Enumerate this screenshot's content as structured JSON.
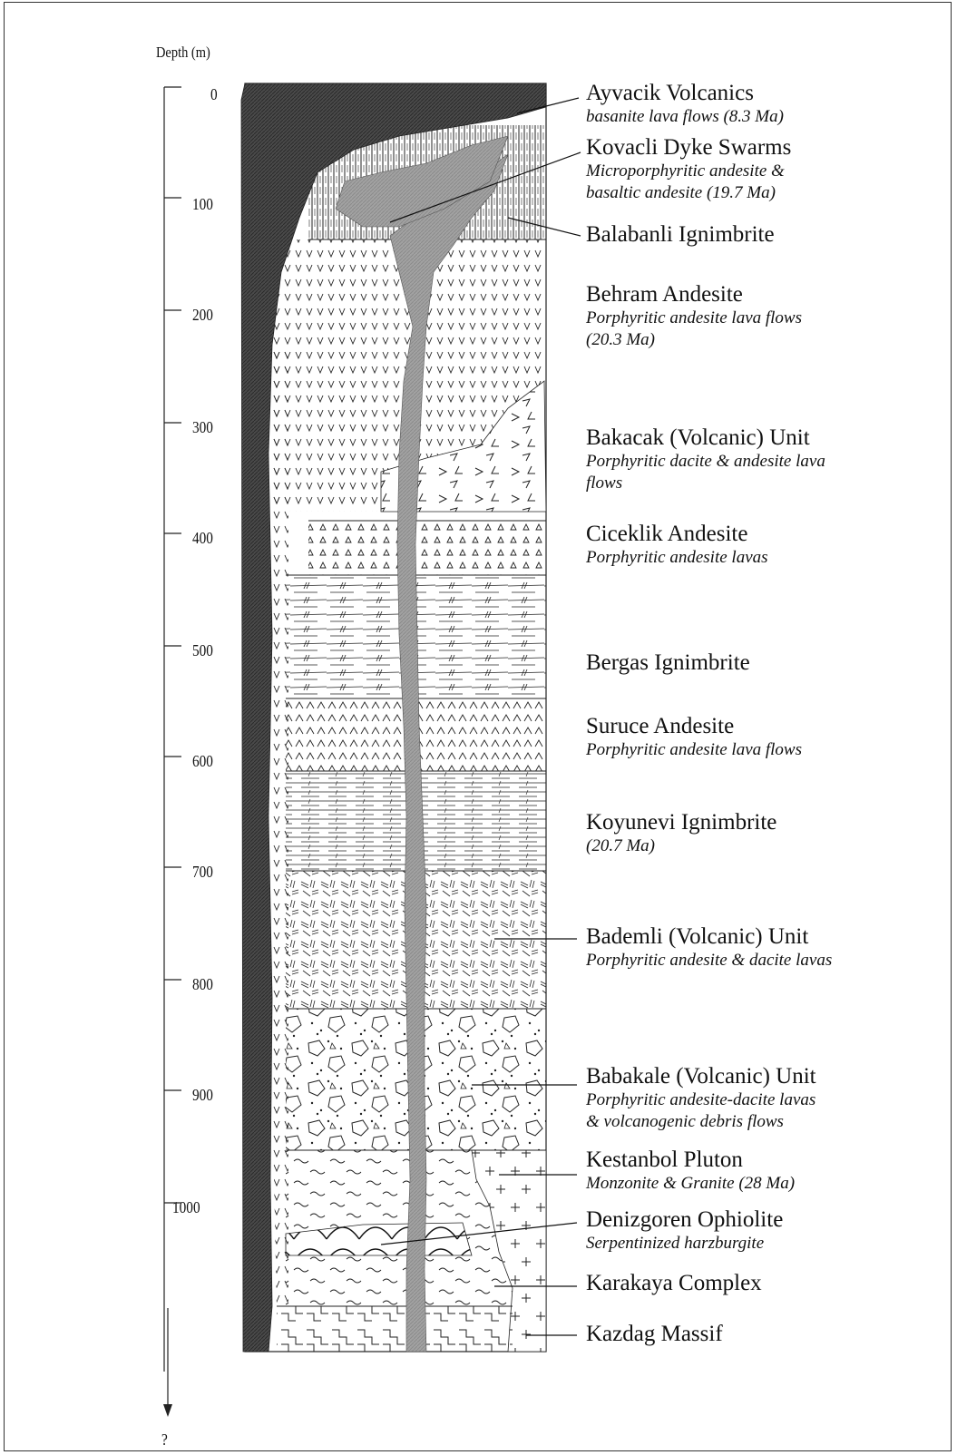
{
  "axis": {
    "title": "Depth (m)",
    "ticks": [
      "0",
      "100",
      "200",
      "300",
      "400",
      "500",
      "600",
      "700",
      "800",
      "900",
      "1000"
    ],
    "bottom_label": "?"
  },
  "units": [
    {
      "id": "ayvacik",
      "name": "Ayvacik Volcanics",
      "desc": [
        "basanite lava flows (8.3 Ma)"
      ]
    },
    {
      "id": "kovacli",
      "name": "Kovacli Dyke Swarms",
      "desc": [
        "Microporphyritic andesite &",
        "basaltic andesite (19.7 Ma)"
      ]
    },
    {
      "id": "balabanli",
      "name": "Balabanli Ignimbrite",
      "desc": []
    },
    {
      "id": "behram",
      "name": "Behram Andesite",
      "desc": [
        "Porphyritic andesite lava flows",
        "(20.3 Ma)"
      ]
    },
    {
      "id": "bakacak",
      "name": "Bakacak (Volcanic) Unit",
      "desc": [
        "Porphyritic dacite & andesite lava",
        "flows"
      ]
    },
    {
      "id": "ciceklik",
      "name": "Ciceklik Andesite",
      "desc": [
        "Porphyritic andesite lavas"
      ]
    },
    {
      "id": "bergas",
      "name": "Bergas Ignimbrite",
      "desc": []
    },
    {
      "id": "suruce",
      "name": "Suruce Andesite",
      "desc": [
        "Porphyritic andesite lava flows"
      ]
    },
    {
      "id": "koyunevi",
      "name": "Koyunevi Ignimbrite",
      "desc": [
        "(20.7 Ma)"
      ]
    },
    {
      "id": "bademli",
      "name": "Bademli (Volcanic) Unit",
      "desc": [
        "Porphyritic andesite & dacite lavas"
      ]
    },
    {
      "id": "babakale",
      "name": "Babakale (Volcanic) Unit",
      "desc": [
        "Porphyritic andesite-dacite lavas",
        "& volcanogenic debris flows"
      ]
    },
    {
      "id": "kestanbol",
      "name": "Kestanbol Pluton",
      "desc": [
        "Monzonite & Granite (28 Ma)"
      ]
    },
    {
      "id": "denizgoren",
      "name": "Denizgoren Ophiolite",
      "desc": [
        "Serpentinized harzburgite"
      ]
    },
    {
      "id": "karakaya",
      "name": "Karakaya Complex",
      "desc": []
    },
    {
      "id": "kazdag",
      "name": "Kazdag Massif",
      "desc": []
    }
  ],
  "colors": {
    "dark_unit": "#444444",
    "dyke": "#9a9a9a",
    "line": "#111111"
  }
}
